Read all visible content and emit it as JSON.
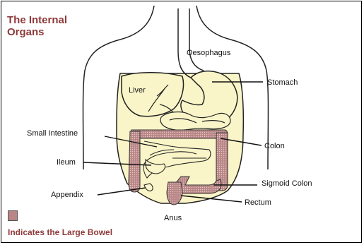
{
  "title": "The Internal\nOrgans",
  "labels": {
    "oesophagus": "Oesophagus",
    "stomach": "Stomach",
    "liver": "Liver",
    "small_intestine": "Small Intestine",
    "colon": "Colon",
    "ileum": "Ileum",
    "sigmoid_colon": "Sigmoid Colon",
    "appendix": "Appendix",
    "rectum": "Rectum",
    "anus": "Anus"
  },
  "legend": {
    "text": "Indicates the Large Bowel"
  },
  "colors": {
    "title": "#8f3a3a",
    "organ_fill": "#faf5c8",
    "large_bowel": "#b98585"
  }
}
